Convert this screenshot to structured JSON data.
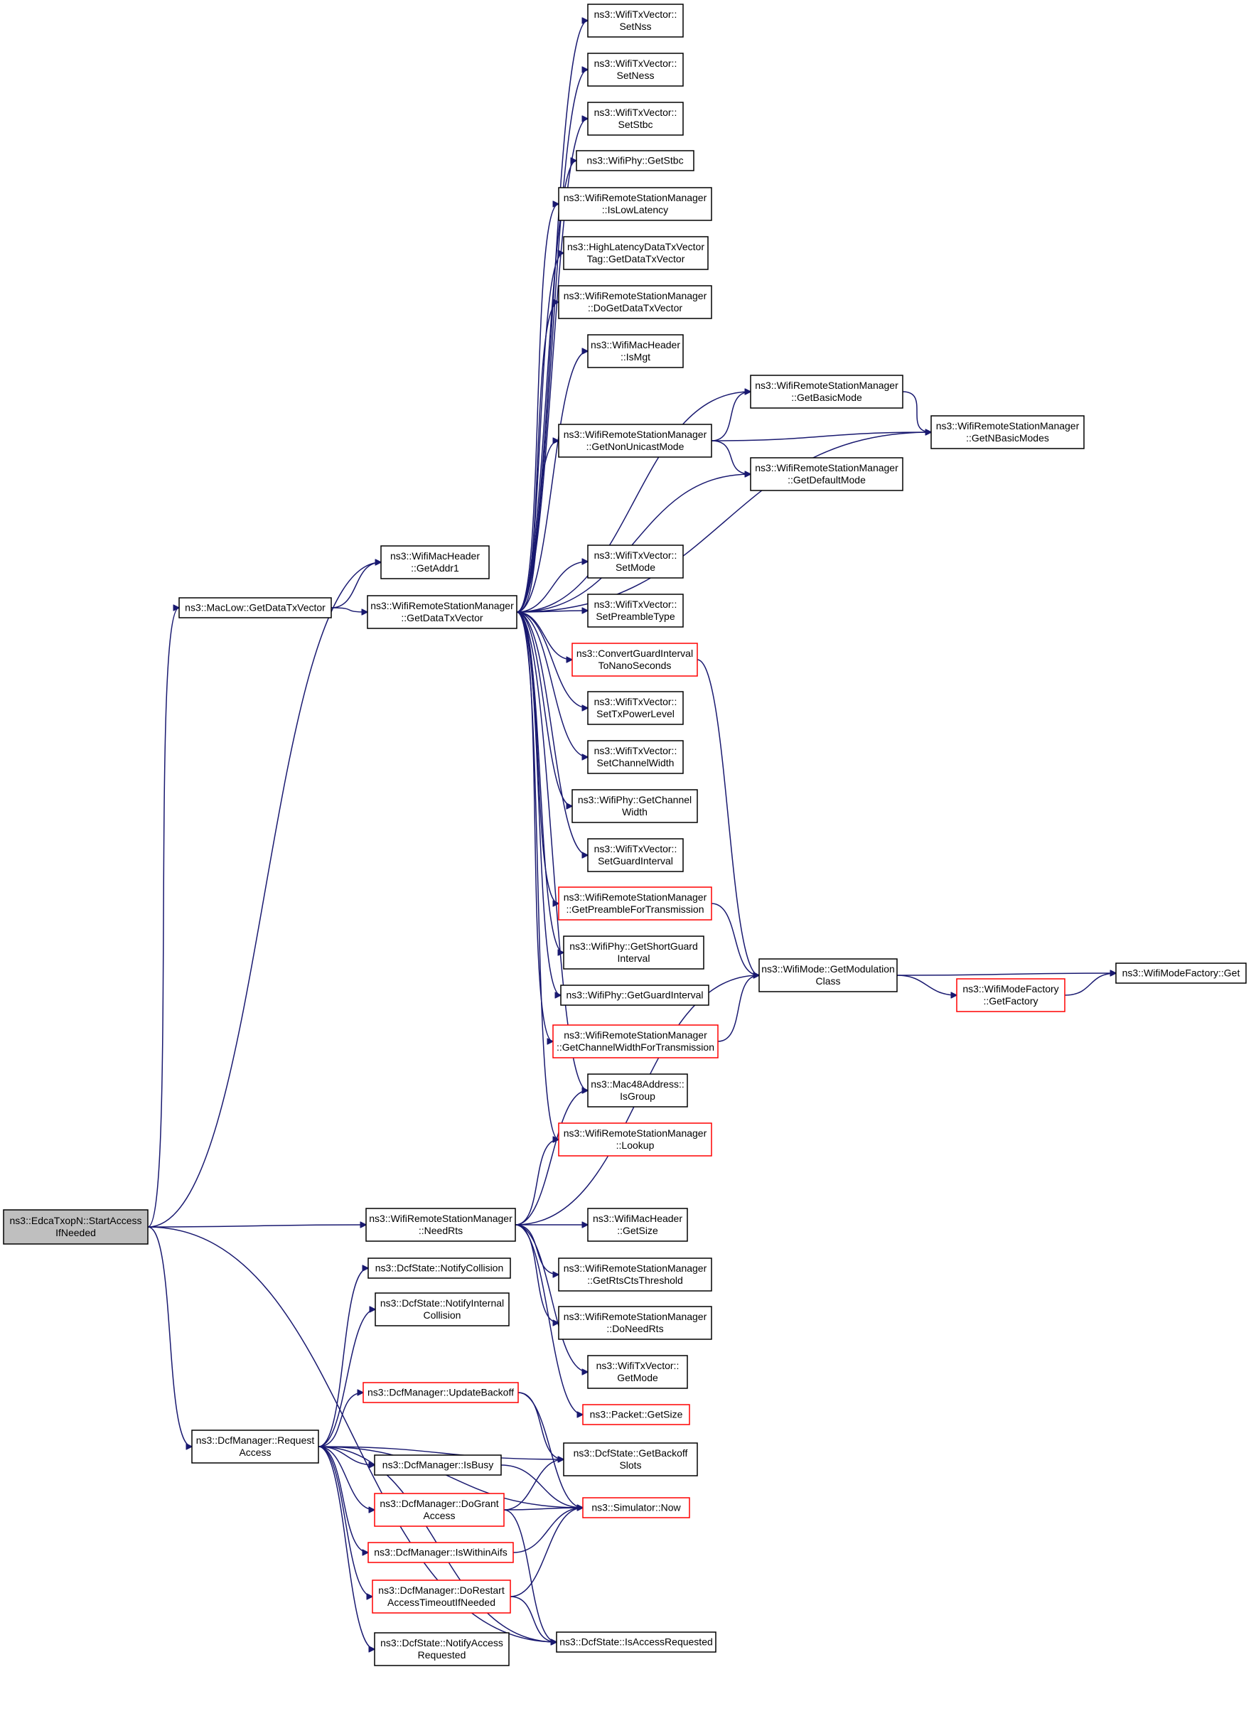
{
  "diagram": {
    "colors": {
      "edge": "#191970",
      "border": "#000000",
      "border_red": "#ff0000",
      "root_fill": "#bfbfbf",
      "background": "#ffffff"
    },
    "nodes": [
      {
        "id": "start",
        "lines": [
          "ns3::EdcaTxopN::StartAccess",
          "IfNeeded"
        ],
        "style": "root"
      },
      {
        "id": "maclow",
        "lines": [
          "ns3::MacLow::GetDataTxVector"
        ]
      },
      {
        "id": "getaddr1",
        "lines": [
          "ns3::WifiMacHeader",
          "::GetAddr1"
        ]
      },
      {
        "id": "rsm_gdtv",
        "lines": [
          "ns3::WifiRemoteStationManager",
          "::GetDataTxVector"
        ]
      },
      {
        "id": "setnss",
        "lines": [
          "ns3::WifiTxVector::",
          "SetNss"
        ]
      },
      {
        "id": "setness",
        "lines": [
          "ns3::WifiTxVector::",
          "SetNess"
        ]
      },
      {
        "id": "setstbc",
        "lines": [
          "ns3::WifiTxVector::",
          "SetStbc"
        ]
      },
      {
        "id": "getstbc",
        "lines": [
          "ns3::WifiPhy::GetStbc"
        ]
      },
      {
        "id": "islowlat",
        "lines": [
          "ns3::WifiRemoteStationManager",
          "::IsLowLatency"
        ]
      },
      {
        "id": "hltag",
        "lines": [
          "ns3::HighLatencyDataTxVector",
          "Tag::GetDataTxVector"
        ]
      },
      {
        "id": "dogdtv",
        "lines": [
          "ns3::WifiRemoteStationManager",
          "::DoGetDataTxVector"
        ]
      },
      {
        "id": "ismgt",
        "lines": [
          "ns3::WifiMacHeader",
          "::IsMgt"
        ]
      },
      {
        "id": "getbasic",
        "lines": [
          "ns3::WifiRemoteStationManager",
          "::GetBasicMode"
        ]
      },
      {
        "id": "getnonuni",
        "lines": [
          "ns3::WifiRemoteStationManager",
          "::GetNonUnicastMode"
        ]
      },
      {
        "id": "getnbasic",
        "lines": [
          "ns3::WifiRemoteStationManager",
          "::GetNBasicModes"
        ]
      },
      {
        "id": "getdefault",
        "lines": [
          "ns3::WifiRemoteStationManager",
          "::GetDefaultMode"
        ]
      },
      {
        "id": "setmode",
        "lines": [
          "ns3::WifiTxVector::",
          "SetMode"
        ]
      },
      {
        "id": "setpreamble",
        "lines": [
          "ns3::WifiTxVector::",
          "SetPreambleType"
        ]
      },
      {
        "id": "convgi",
        "lines": [
          "ns3::ConvertGuardInterval",
          "ToNanoSeconds"
        ],
        "style": "red"
      },
      {
        "id": "settxpl",
        "lines": [
          "ns3::WifiTxVector::",
          "SetTxPowerLevel"
        ]
      },
      {
        "id": "setchw",
        "lines": [
          "ns3::WifiTxVector::",
          "SetChannelWidth"
        ]
      },
      {
        "id": "phygetchw",
        "lines": [
          "ns3::WifiPhy::GetChannel",
          "Width"
        ]
      },
      {
        "id": "setgi",
        "lines": [
          "ns3::WifiTxVector::",
          "SetGuardInterval"
        ]
      },
      {
        "id": "getpreamble",
        "lines": [
          "ns3::WifiRemoteStationManager",
          "::GetPreambleForTransmission"
        ],
        "style": "red"
      },
      {
        "id": "getsgi",
        "lines": [
          "ns3::WifiPhy::GetShortGuard",
          "Interval"
        ]
      },
      {
        "id": "getgi",
        "lines": [
          "ns3::WifiPhy::GetGuardInterval"
        ]
      },
      {
        "id": "getchwtx",
        "lines": [
          "ns3::WifiRemoteStationManager",
          "::GetChannelWidthForTransmission"
        ],
        "style": "red"
      },
      {
        "id": "getmodclass",
        "lines": [
          "ns3::WifiMode::GetModulation",
          "Class"
        ]
      },
      {
        "id": "getfactory",
        "lines": [
          "ns3::WifiModeFactory",
          "::GetFactory"
        ],
        "style": "red"
      },
      {
        "id": "wmfget",
        "lines": [
          "ns3::WifiModeFactory::Get"
        ]
      },
      {
        "id": "isgroup",
        "lines": [
          "ns3::Mac48Address::",
          "IsGroup"
        ]
      },
      {
        "id": "lookup",
        "lines": [
          "ns3::WifiRemoteStationManager",
          "::Lookup"
        ],
        "style": "red"
      },
      {
        "id": "needrts",
        "lines": [
          "ns3::WifiRemoteStationManager",
          "::NeedRts"
        ]
      },
      {
        "id": "getsize",
        "lines": [
          "ns3::WifiMacHeader",
          "::GetSize"
        ]
      },
      {
        "id": "getrtsthr",
        "lines": [
          "ns3::WifiRemoteStationManager",
          "::GetRtsCtsThreshold"
        ]
      },
      {
        "id": "doneedrts",
        "lines": [
          "ns3::WifiRemoteStationManager",
          "::DoNeedRts"
        ]
      },
      {
        "id": "getmode",
        "lines": [
          "ns3::WifiTxVector::",
          "GetMode"
        ]
      },
      {
        "id": "pktsize",
        "lines": [
          "ns3::Packet::GetSize"
        ],
        "style": "red"
      },
      {
        "id": "notifcoll",
        "lines": [
          "ns3::DcfState::NotifyCollision"
        ]
      },
      {
        "id": "notifint",
        "lines": [
          "ns3::DcfState::NotifyInternal",
          "Collision"
        ]
      },
      {
        "id": "reqaccess",
        "lines": [
          "ns3::DcfManager::Request",
          "Access"
        ]
      },
      {
        "id": "updbackoff",
        "lines": [
          "ns3::DcfManager::UpdateBackoff"
        ],
        "style": "red"
      },
      {
        "id": "isbusy",
        "lines": [
          "ns3::DcfManager::IsBusy"
        ]
      },
      {
        "id": "dogrant",
        "lines": [
          "ns3::DcfManager::DoGrant",
          "Access"
        ],
        "style": "red"
      },
      {
        "id": "iswithin",
        "lines": [
          "ns3::DcfManager::IsWithinAifs"
        ],
        "style": "red"
      },
      {
        "id": "dorestart",
        "lines": [
          "ns3::DcfManager::DoRestart",
          "AccessTimeoutIfNeeded"
        ],
        "style": "red"
      },
      {
        "id": "notifaccreq",
        "lines": [
          "ns3::DcfState::NotifyAccess",
          "Requested"
        ]
      },
      {
        "id": "getbackoff",
        "lines": [
          "ns3::DcfState::GetBackoff",
          "Slots"
        ]
      },
      {
        "id": "simnow",
        "lines": [
          "ns3::Simulator::Now"
        ],
        "style": "red"
      },
      {
        "id": "isaccreq",
        "lines": [
          "ns3::DcfState::IsAccessRequested"
        ]
      }
    ],
    "edges": [
      [
        "start",
        "getaddr1"
      ],
      [
        "start",
        "maclow"
      ],
      [
        "start",
        "needrts"
      ],
      [
        "start",
        "reqaccess"
      ],
      [
        "start",
        "isaccreq"
      ],
      [
        "maclow",
        "getaddr1"
      ],
      [
        "maclow",
        "rsm_gdtv"
      ],
      [
        "rsm_gdtv",
        "setnss"
      ],
      [
        "rsm_gdtv",
        "setness"
      ],
      [
        "rsm_gdtv",
        "setstbc"
      ],
      [
        "rsm_gdtv",
        "getstbc"
      ],
      [
        "rsm_gdtv",
        "islowlat"
      ],
      [
        "rsm_gdtv",
        "hltag"
      ],
      [
        "rsm_gdtv",
        "dogdtv"
      ],
      [
        "rsm_gdtv",
        "ismgt"
      ],
      [
        "rsm_gdtv",
        "getbasic"
      ],
      [
        "rsm_gdtv",
        "getnonuni"
      ],
      [
        "rsm_gdtv",
        "getdefault"
      ],
      [
        "rsm_gdtv",
        "getnbasic"
      ],
      [
        "rsm_gdtv",
        "setmode"
      ],
      [
        "rsm_gdtv",
        "setpreamble"
      ],
      [
        "rsm_gdtv",
        "convgi"
      ],
      [
        "rsm_gdtv",
        "settxpl"
      ],
      [
        "rsm_gdtv",
        "setchw"
      ],
      [
        "rsm_gdtv",
        "phygetchw"
      ],
      [
        "rsm_gdtv",
        "setgi"
      ],
      [
        "rsm_gdtv",
        "getpreamble"
      ],
      [
        "rsm_gdtv",
        "getsgi"
      ],
      [
        "rsm_gdtv",
        "getgi"
      ],
      [
        "rsm_gdtv",
        "getchwtx"
      ],
      [
        "rsm_gdtv",
        "isgroup"
      ],
      [
        "rsm_gdtv",
        "lookup"
      ],
      [
        "getnonuni",
        "getbasic"
      ],
      [
        "getnonuni",
        "getnbasic"
      ],
      [
        "getnonuni",
        "getdefault"
      ],
      [
        "getbasic",
        "getnbasic"
      ],
      [
        "convgi",
        "getmodclass"
      ],
      [
        "getpreamble",
        "getmodclass"
      ],
      [
        "getchwtx",
        "getmodclass"
      ],
      [
        "getmodclass",
        "wmfget"
      ],
      [
        "getmodclass",
        "getfactory"
      ],
      [
        "getfactory",
        "wmfget"
      ],
      [
        "needrts",
        "isgroup"
      ],
      [
        "needrts",
        "lookup"
      ],
      [
        "needrts",
        "getmodclass"
      ],
      [
        "needrts",
        "getsize"
      ],
      [
        "needrts",
        "getrtsthr"
      ],
      [
        "needrts",
        "doneedrts"
      ],
      [
        "needrts",
        "getmode"
      ],
      [
        "needrts",
        "pktsize"
      ],
      [
        "reqaccess",
        "notifcoll"
      ],
      [
        "reqaccess",
        "notifint"
      ],
      [
        "reqaccess",
        "updbackoff"
      ],
      [
        "reqaccess",
        "getbackoff"
      ],
      [
        "reqaccess",
        "simnow"
      ],
      [
        "reqaccess",
        "isbusy"
      ],
      [
        "reqaccess",
        "dogrant"
      ],
      [
        "reqaccess",
        "iswithin"
      ],
      [
        "reqaccess",
        "dorestart"
      ],
      [
        "reqaccess",
        "notifaccreq"
      ],
      [
        "reqaccess",
        "isaccreq"
      ],
      [
        "updbackoff",
        "getbackoff"
      ],
      [
        "updbackoff",
        "simnow"
      ],
      [
        "isbusy",
        "simnow"
      ],
      [
        "dogrant",
        "getbackoff"
      ],
      [
        "dogrant",
        "simnow"
      ],
      [
        "dogrant",
        "isaccreq"
      ],
      [
        "iswithin",
        "simnow"
      ],
      [
        "dorestart",
        "simnow"
      ],
      [
        "dorestart",
        "isaccreq"
      ]
    ]
  }
}
